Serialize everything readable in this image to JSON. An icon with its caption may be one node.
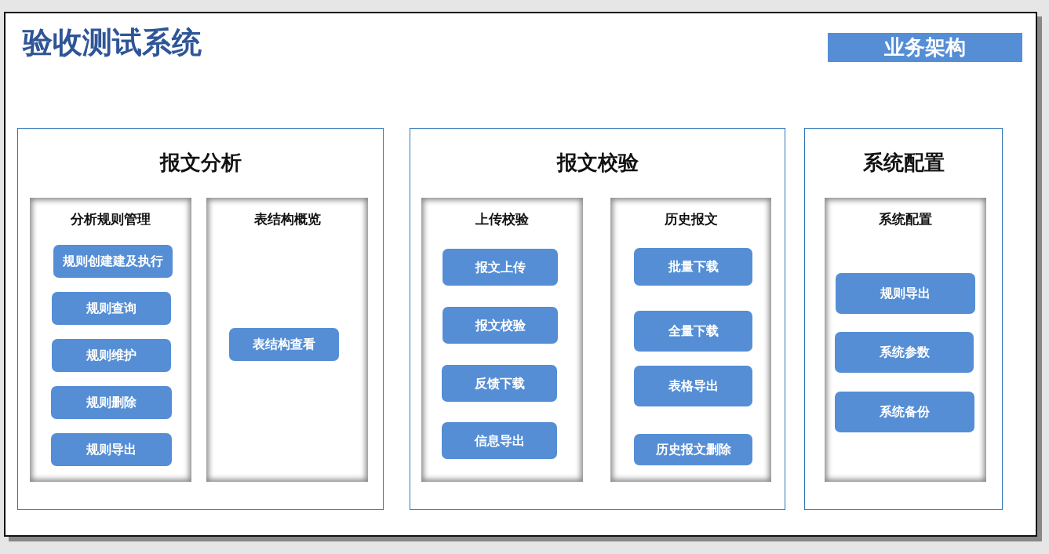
{
  "diagram": {
    "title": "验收测试系统",
    "nodes": [
      {
        "text": [
          "业务架构"
        ]
      },
      {
        "text": [
          "报文分析"
        ]
      },
      {
        "text": [
          "分析规则管理"
        ],
        "in": 1
      },
      {
        "text": [
          "规则创建建及执行"
        ],
        "in": 2
      },
      {
        "text": [
          "规则查询"
        ],
        "in": 2
      },
      {
        "text": [
          "规则维护"
        ],
        "in": 2
      },
      {
        "text": [
          "规则删除"
        ],
        "in": 2
      },
      {
        "text": [
          "规则导出"
        ],
        "in": 2
      },
      {
        "text": [
          "表结构概览"
        ],
        "in": 1
      },
      {
        "text": [
          "表结构查看"
        ],
        "in": 8
      },
      {
        "text": [
          "报文校验"
        ]
      },
      {
        "text": [
          "上传校验"
        ],
        "in": 10
      },
      {
        "text": [
          "报文上传"
        ],
        "in": 11
      },
      {
        "text": [
          "报文校验"
        ],
        "in": 11
      },
      {
        "text": [
          "反馈下载"
        ],
        "in": 11
      },
      {
        "text": [
          "信息导出"
        ],
        "in": 11
      },
      {
        "text": [
          "历史报文"
        ],
        "in": 10
      },
      {
        "text": [
          "批量下载"
        ],
        "in": 16
      },
      {
        "text": [
          "全量下载"
        ],
        "in": 16
      },
      {
        "text": [
          "表格导出"
        ],
        "in": 16
      },
      {
        "text": [
          "历史报文删除"
        ],
        "in": 16
      },
      {
        "text": [
          "系统配置"
        ]
      },
      {
        "text": [
          "系统配置"
        ],
        "in": 21
      },
      {
        "text": [
          "规则导出"
        ],
        "in": 22
      },
      {
        "text": [
          "系统参数"
        ],
        "in": 22
      },
      {
        "text": [
          "系统备份"
        ],
        "in": 22
      }
    ],
    "edges": []
  }
}
